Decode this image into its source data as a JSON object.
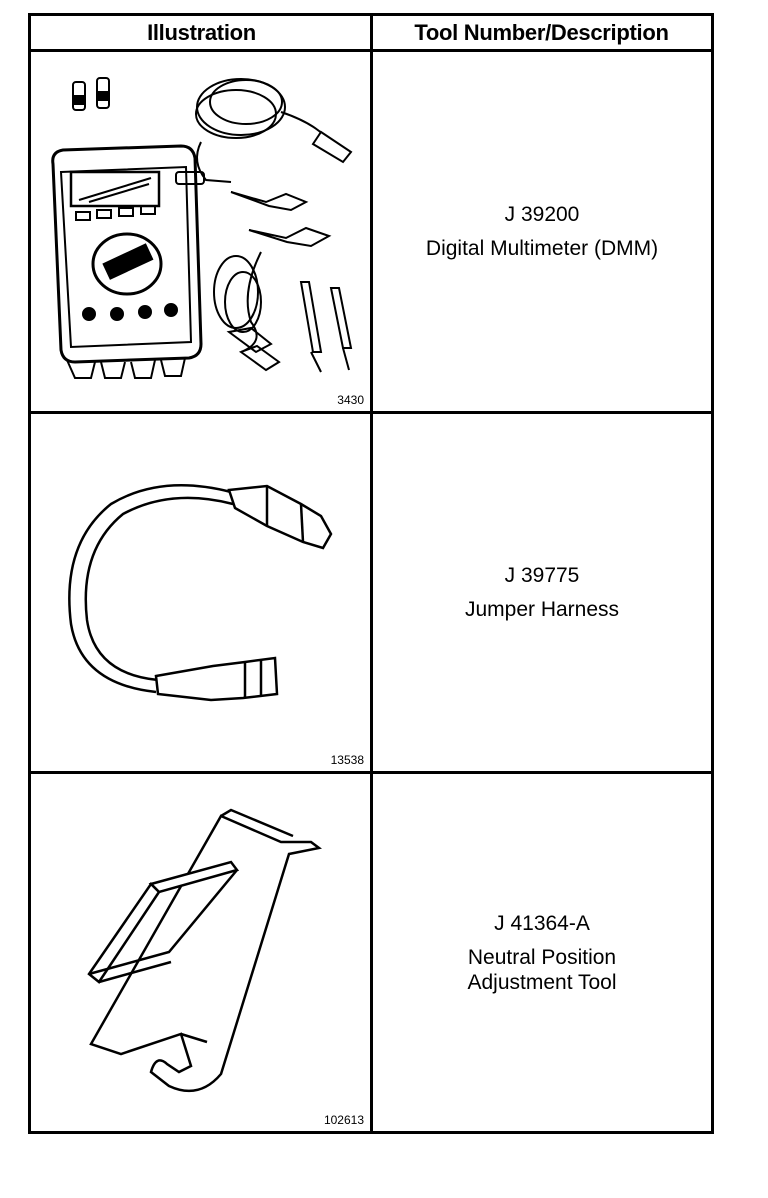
{
  "table": {
    "headers": {
      "illustration": "Illustration",
      "tool": "Tool Number/Description"
    },
    "rows": [
      {
        "figure": "3430",
        "tool_number": "J 39200",
        "description": "Digital Multimeter (DMM)",
        "icon": "digital-multimeter-kit"
      },
      {
        "figure": "13538",
        "tool_number": "J 39775",
        "description": "Jumper Harness",
        "icon": "jumper-harness"
      },
      {
        "figure": "102613",
        "tool_number": "J 41364-A",
        "description": "Neutral Position\nAdjustment Tool",
        "icon": "neutral-position-tool"
      }
    ]
  }
}
